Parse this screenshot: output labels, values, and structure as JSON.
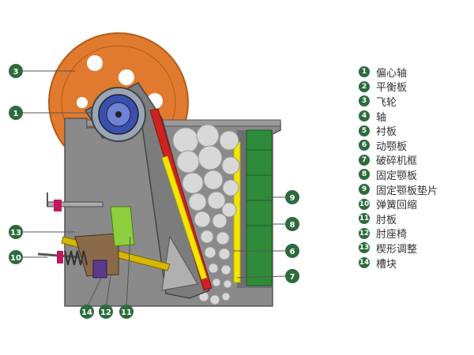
{
  "colors": {
    "badge": "#2e6b3c",
    "flywheel": "#e07a2e",
    "frame": "#8a8a8a",
    "jaw_plate": "#cc2222",
    "fixed_jaw": "#2e8b3a",
    "shim": "#f2e600",
    "stones": "#d4d4d4"
  },
  "legend": [
    {
      "num": "1",
      "label": "偏心轴"
    },
    {
      "num": "2",
      "label": "平衡板"
    },
    {
      "num": "3",
      "label": "飞轮"
    },
    {
      "num": "4",
      "label": "轴"
    },
    {
      "num": "5",
      "label": "衬板"
    },
    {
      "num": "6",
      "label": "动颚板"
    },
    {
      "num": "7",
      "label": "破碎机框"
    },
    {
      "num": "8",
      "label": "固定颚板"
    },
    {
      "num": "9",
      "label": "固定颚板垫片"
    },
    {
      "num": "10",
      "label": "弹簧回缩"
    },
    {
      "num": "11",
      "label": "肘板"
    },
    {
      "num": "12",
      "label": "肘座椅"
    },
    {
      "num": "13",
      "label": "楔形调整"
    },
    {
      "num": "14",
      "label": "槽块"
    }
  ],
  "callouts": [
    {
      "num": "3"
    },
    {
      "num": "1"
    },
    {
      "num": "13"
    },
    {
      "num": "10"
    },
    {
      "num": "14"
    },
    {
      "num": "12"
    },
    {
      "num": "11"
    },
    {
      "num": "9"
    },
    {
      "num": "8"
    },
    {
      "num": "6"
    },
    {
      "num": "7"
    }
  ]
}
